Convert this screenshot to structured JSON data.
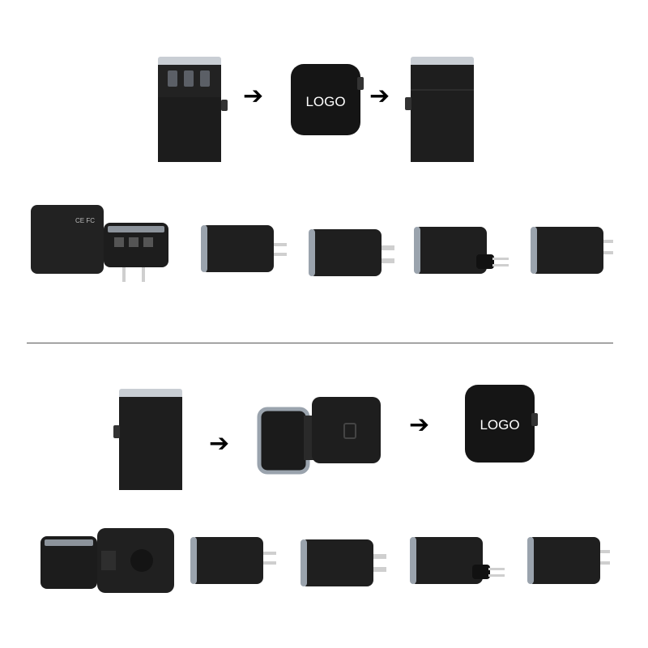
{
  "top_section": {
    "logo_text": "LOGO",
    "arrows": [
      "arrow-1",
      "arrow-2"
    ]
  },
  "bottom_section": {
    "logo_text": "LOGO",
    "arrows": [
      "arrow-1"
    ]
  },
  "colors": {
    "body": "#1c1c1c",
    "bezel": "#9aa3ad",
    "glow": "#d9dde3",
    "plug_metal": "#c9c9c9"
  },
  "icons": {
    "arrow": "right-arrow-icon",
    "usb": "usb-port-icon",
    "plug": "plug-prong-icon"
  }
}
